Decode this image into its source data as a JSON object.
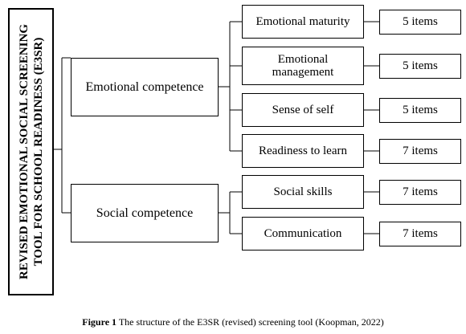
{
  "diagram": {
    "root": "REVISED EMOTIONAL SOCIAL SCREENING TOOL FOR SCHOOL READINESS (E3SR)",
    "competences": [
      {
        "label": "Emotional competence",
        "domains": [
          {
            "label": "Emotional maturity",
            "items": "5 items"
          },
          {
            "label": "Emotional management",
            "items": "5 items"
          },
          {
            "label": "Sense of self",
            "items": "5 items"
          },
          {
            "label": "Readiness to learn",
            "items": "7 items"
          }
        ]
      },
      {
        "label": "Social competence",
        "domains": [
          {
            "label": "Social skills",
            "items": "7 items"
          },
          {
            "label": "Communication",
            "items": "7 items"
          }
        ]
      }
    ]
  },
  "caption": {
    "figure_label": "Figure 1",
    "text": " The structure of the E3SR (revised) screening tool (Koopman, 2022)"
  }
}
